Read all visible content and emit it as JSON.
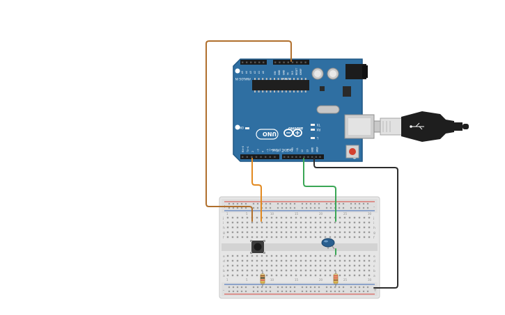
{
  "arduino": {
    "logo_text": "UNO",
    "brand": "ARDUINO",
    "header_power": "POWER",
    "header_analog": "ANALOG IN",
    "header_digital": "DIGITAL (PWM~)",
    "led_on": "ON",
    "led_tx": "TX",
    "led_rx": "RX",
    "led_l": "L",
    "power_pins": [
      "IOREF",
      "RESET",
      "3V3",
      "5V",
      "GND",
      "GND",
      "VIN"
    ],
    "analog_pins": [
      "A0",
      "A1",
      "A2",
      "A3",
      "A4",
      "A5"
    ],
    "digital_pins": [
      "AREF",
      "GND",
      "13",
      "12",
      "~11",
      "~10",
      "~9",
      "8",
      "7",
      "~6",
      "~5",
      "4",
      "~3",
      "2",
      "TX→1",
      "RX←0"
    ]
  },
  "breadboard": {
    "row_letters_top": [
      "j",
      "i",
      "h",
      "g",
      "f"
    ],
    "row_letters_bottom": [
      "e",
      "d",
      "c",
      "b",
      "a"
    ],
    "column_numbers": [
      "1",
      "5",
      "10",
      "15",
      "20",
      "25",
      "30"
    ],
    "rail_plus": "+",
    "rail_minus": "-"
  },
  "colors": {
    "board_blue": "#2f6fa2",
    "board_edge": "#1f5784",
    "wire_brown": "#b06f2c",
    "wire_orange": "#e2891f",
    "wire_green": "#3aa655",
    "wire_black": "#2b2b2b",
    "led_blue": "#2a5f8f",
    "breadboard": "#e4e4e4",
    "rail_red": "#d8433b",
    "rail_blue": "#3b68b5"
  },
  "icons": [
    "usb-cable-icon",
    "reset-button-icon",
    "push-button-icon",
    "led-icon",
    "resistor-icon"
  ]
}
